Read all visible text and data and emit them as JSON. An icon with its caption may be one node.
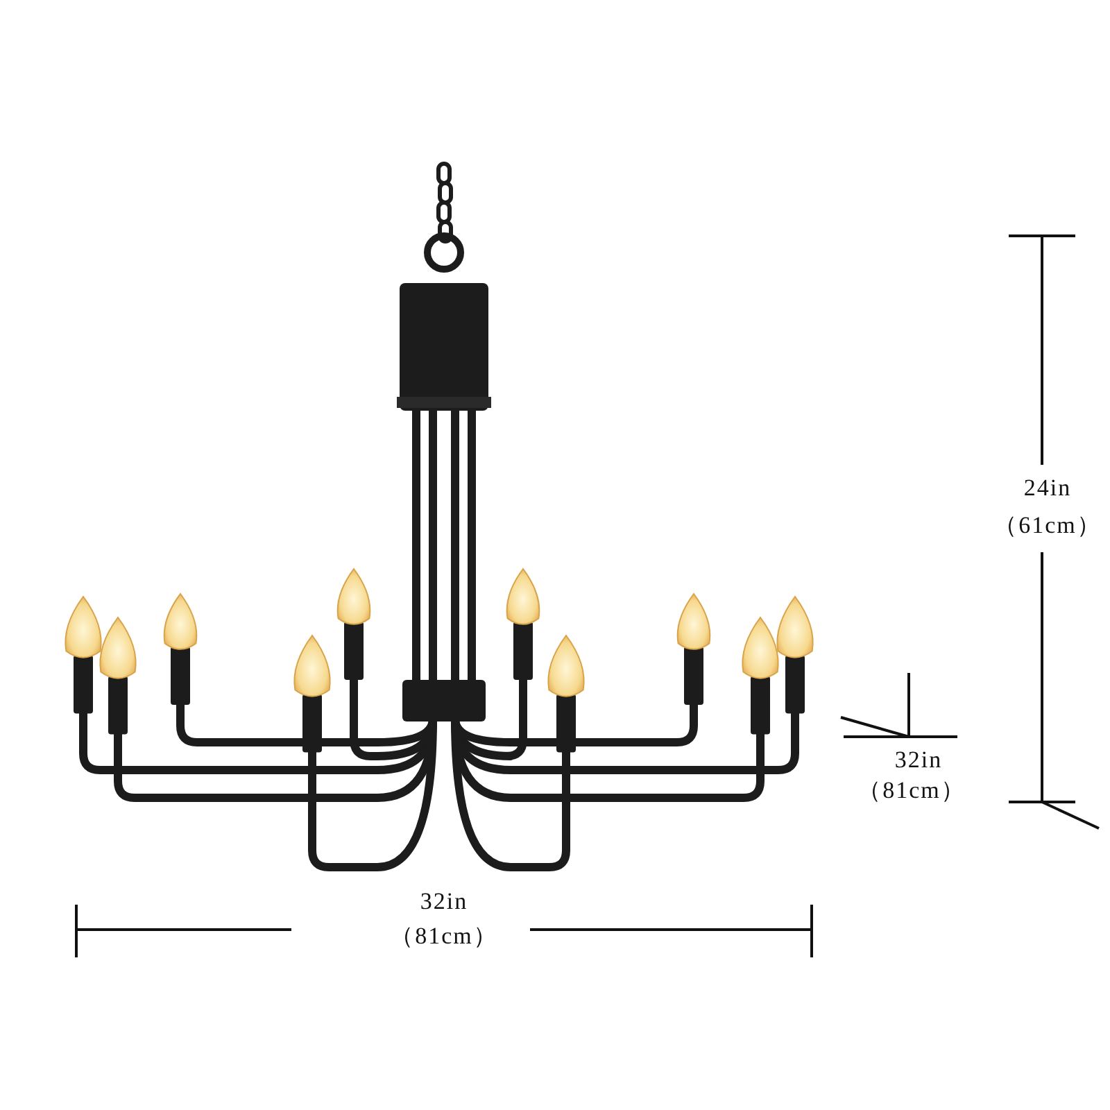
{
  "diagram": {
    "labels": [
      "24in",
      "（61cm）",
      "32in",
      "（81cm）",
      "32in",
      "（81cm）"
    ]
  }
}
